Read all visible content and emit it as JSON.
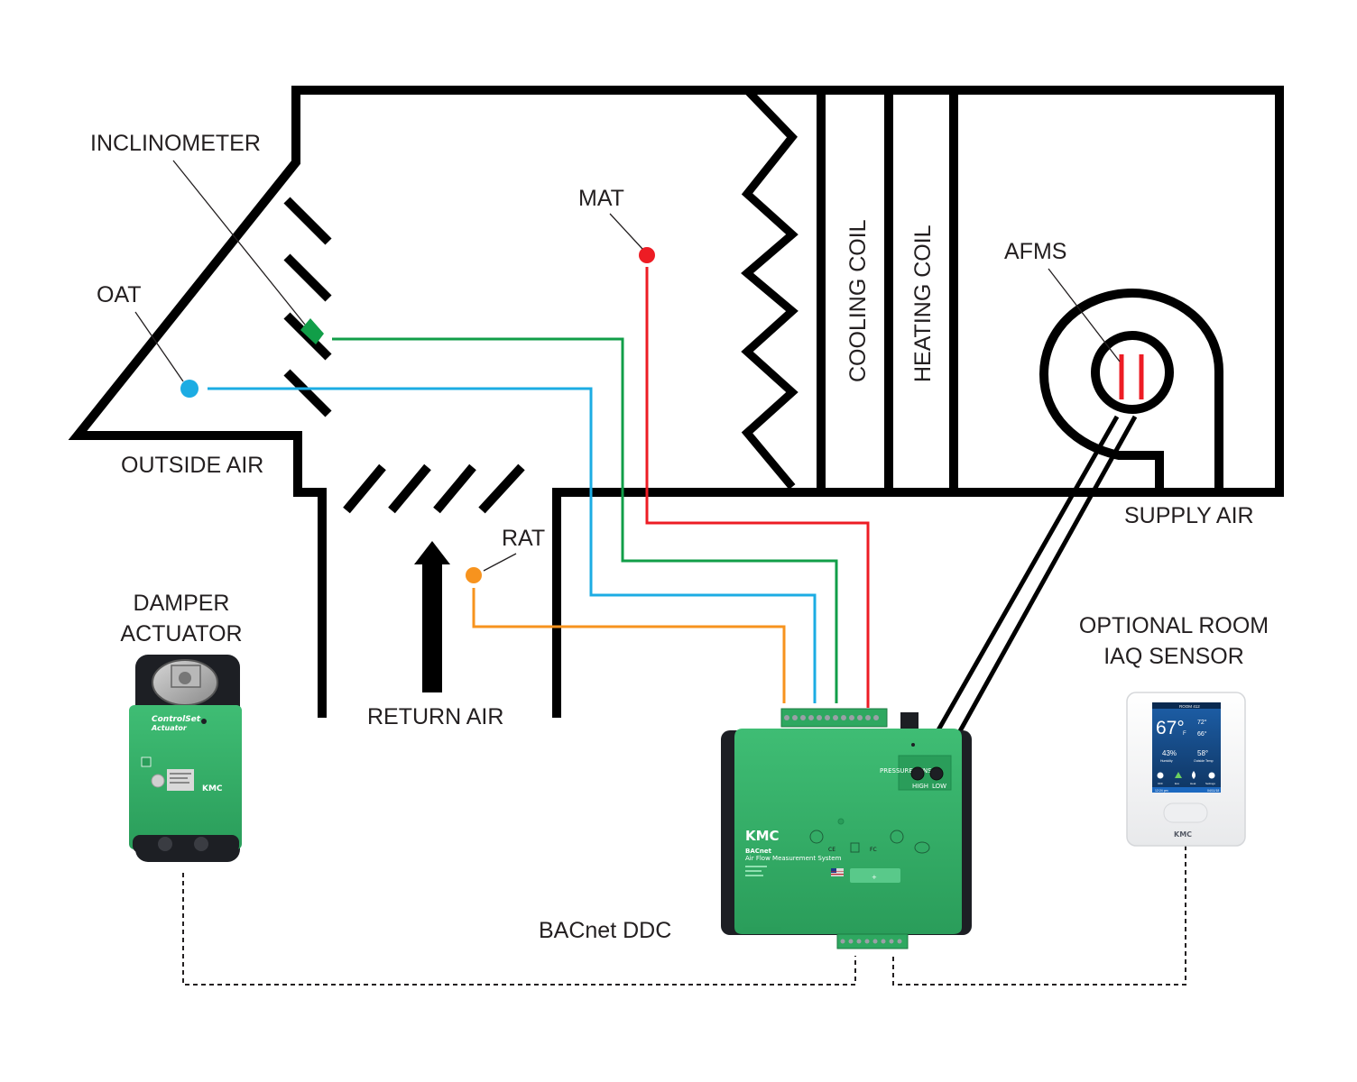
{
  "labels": {
    "inclinometer": "INCLINOMETER",
    "mat": "MAT",
    "oat": "OAT",
    "outside_air": "OUTSIDE AIR",
    "cooling_coil": "COOLING COIL",
    "heating_coil": "HEATING COIL",
    "afms": "AFMS",
    "supply_air": "SUPPLY AIR",
    "rat": "RAT",
    "return_air": "RETURN AIR",
    "damper_actuator_line1": "DAMPER",
    "damper_actuator_line2": "ACTUATOR",
    "optional_room_line1": "OPTIONAL ROOM",
    "optional_room_line2": "IAQ SENSOR",
    "bacnet_ddc": "BACnet DDC"
  },
  "device_text": {
    "actuator_brand_line1": "ControlSet",
    "actuator_brand_line2": "Actuator",
    "actuator_logo": "KMC",
    "controller_logo": "KMC",
    "controller_model": "BACnet",
    "controller_subtitle": "Air Flow Measurement System",
    "pressure_sensor_label": "PRESSURE SENSOR",
    "port_high": "HIGH",
    "port_low": "LOW",
    "sensor_logo": "KMC",
    "screen_header": "ROOM 412",
    "screen_temp": "67°",
    "screen_temp_unit": "F",
    "screen_setpoint_high": "72°",
    "screen_setpoint_low": "66°",
    "screen_humidity": "43%",
    "screen_humidity_label": "Humidity",
    "screen_outside": "58°",
    "screen_outside_label": "Outside Temp",
    "screen_menu": [
      "OFF",
      "Eco",
      "Heat",
      "Settings"
    ],
    "screen_footer_left": "12:24 pm",
    "screen_footer_right": "04/11/18"
  },
  "colors": {
    "duct": "#000000",
    "mat_wire": "#ed1c24",
    "oat_wire": "#1cace3",
    "inclinometer_wire": "#119e48",
    "rat_wire": "#f7931e",
    "afms_probe": "#ed1c24",
    "device_green": "#35b56b",
    "device_dark": "#1d1f24"
  }
}
